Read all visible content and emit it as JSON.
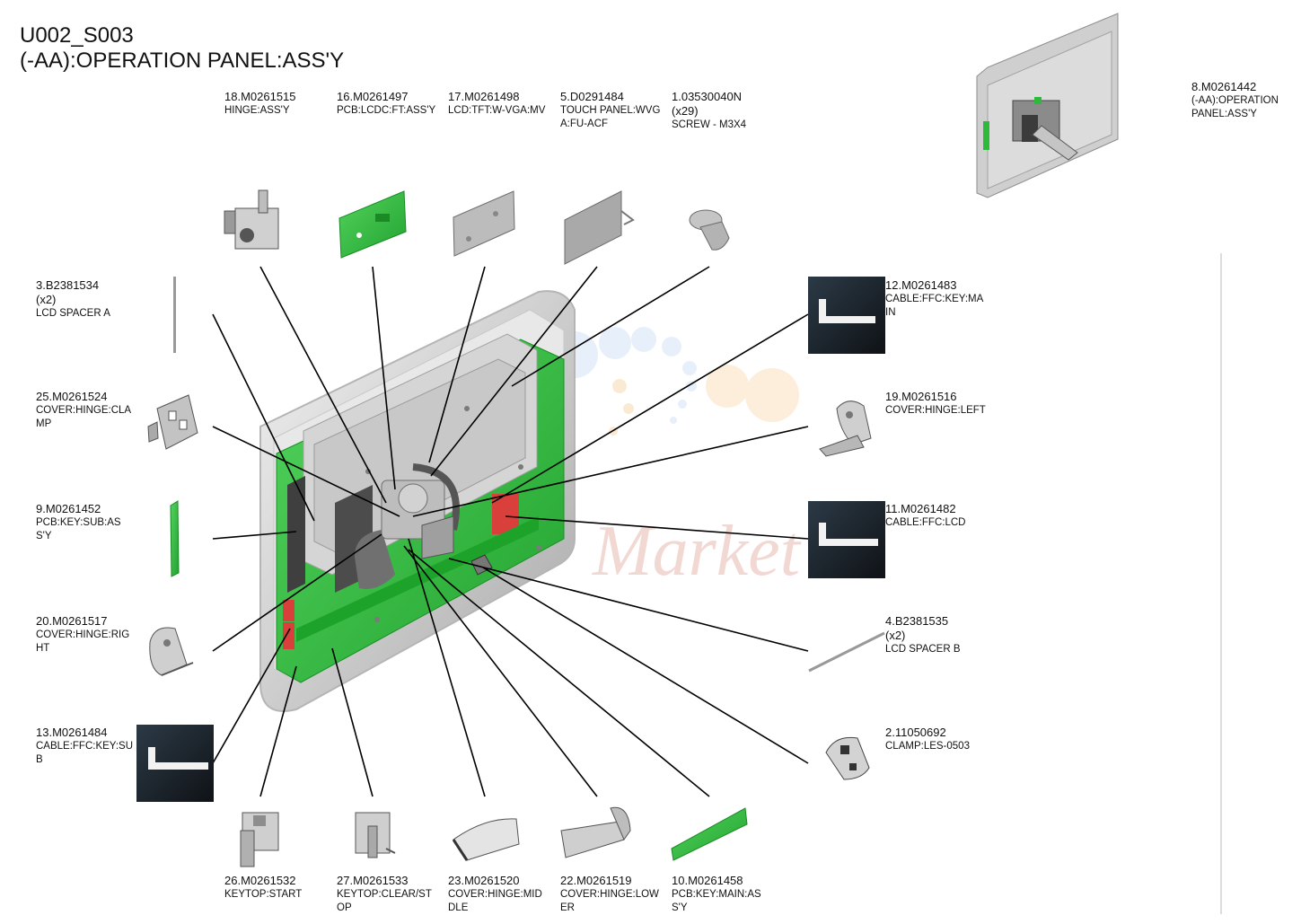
{
  "header": {
    "code": "U002_S003",
    "title": "(-AA):OPERATION PANEL:ASS'Y"
  },
  "watermark": "Market",
  "colors": {
    "pcb_green": "#2db93a",
    "cable_red": "#d9403c",
    "panel_gray": "#c8c8c8",
    "leader_line": "#000000"
  },
  "parts": [
    {
      "id": "p18",
      "number": "18.M0261515",
      "qty": "",
      "desc": "HINGE:ASS'Y",
      "icon": "hinge-assy-icon"
    },
    {
      "id": "p16",
      "number": "16.M0261497",
      "qty": "",
      "desc": "PCB:LCDC:FT:ASS'Y",
      "icon": "pcb-lcdc-icon"
    },
    {
      "id": "p17",
      "number": "17.M0261498",
      "qty": "",
      "desc": "LCD:TFT:W-VGA:MV",
      "icon": "lcd-icon"
    },
    {
      "id": "p5",
      "number": "5.D0291484",
      "qty": "",
      "desc": "TOUCH PANEL:WVGA:FU-ACF",
      "icon": "touch-panel-icon"
    },
    {
      "id": "p1",
      "number": "1.03530040N",
      "qty": "(x29)",
      "desc": "SCREW - M3X4",
      "icon": "screw-icon"
    },
    {
      "id": "p8",
      "number": "8.M0261442",
      "qty": "",
      "desc": "(-AA):OPERATION PANEL:ASS'Y",
      "icon": "operation-panel-icon"
    },
    {
      "id": "p3",
      "number": "3.B2381534",
      "qty": "(x2)",
      "desc": "LCD SPACER A",
      "icon": "lcd-spacer-a-icon"
    },
    {
      "id": "p25",
      "number": "25.M0261524",
      "qty": "",
      "desc": "COVER:HINGE:CLAMP",
      "icon": "cover-hinge-clamp-icon"
    },
    {
      "id": "p9",
      "number": "9.M0261452",
      "qty": "",
      "desc": "PCB:KEY:SUB:ASS'Y",
      "icon": "pcb-key-sub-icon"
    },
    {
      "id": "p20",
      "number": "20.M0261517",
      "qty": "",
      "desc": "COVER:HINGE:RIGHT",
      "icon": "cover-hinge-right-icon"
    },
    {
      "id": "p13",
      "number": "13.M0261484",
      "qty": "",
      "desc": "CABLE:FFC:KEY:SUB",
      "icon": "ffc-cable-icon"
    },
    {
      "id": "p12",
      "number": "12.M0261483",
      "qty": "",
      "desc": "CABLE:FFC:KEY:MAIN",
      "icon": "ffc-cable-icon"
    },
    {
      "id": "p19",
      "number": "19.M0261516",
      "qty": "",
      "desc": "COVER:HINGE:LEFT",
      "icon": "cover-hinge-left-icon"
    },
    {
      "id": "p11",
      "number": "11.M0261482",
      "qty": "",
      "desc": "CABLE:FFC:LCD",
      "icon": "ffc-cable-icon"
    },
    {
      "id": "p4",
      "number": "4.B2381535",
      "qty": "(x2)",
      "desc": "LCD SPACER B",
      "icon": "lcd-spacer-b-icon"
    },
    {
      "id": "p2",
      "number": "2.11050692",
      "qty": "",
      "desc": "CLAMP:LES-0503",
      "icon": "clamp-icon"
    },
    {
      "id": "p26",
      "number": "26.M0261532",
      "qty": "",
      "desc": "KEYTOP:START",
      "icon": "keytop-start-icon"
    },
    {
      "id": "p27",
      "number": "27.M0261533",
      "qty": "",
      "desc": "KEYTOP:CLEAR/STOP",
      "icon": "keytop-clear-stop-icon"
    },
    {
      "id": "p23",
      "number": "23.M0261520",
      "qty": "",
      "desc": "COVER:HINGE:MIDDLE",
      "icon": "cover-hinge-middle-icon"
    },
    {
      "id": "p22",
      "number": "22.M0261519",
      "qty": "",
      "desc": "COVER:HINGE:LOWER",
      "icon": "cover-hinge-lower-icon"
    },
    {
      "id": "p10",
      "number": "10.M0261458",
      "qty": "",
      "desc": "PCB:KEY:MAIN:ASS'Y",
      "icon": "pcb-key-main-icon"
    }
  ]
}
